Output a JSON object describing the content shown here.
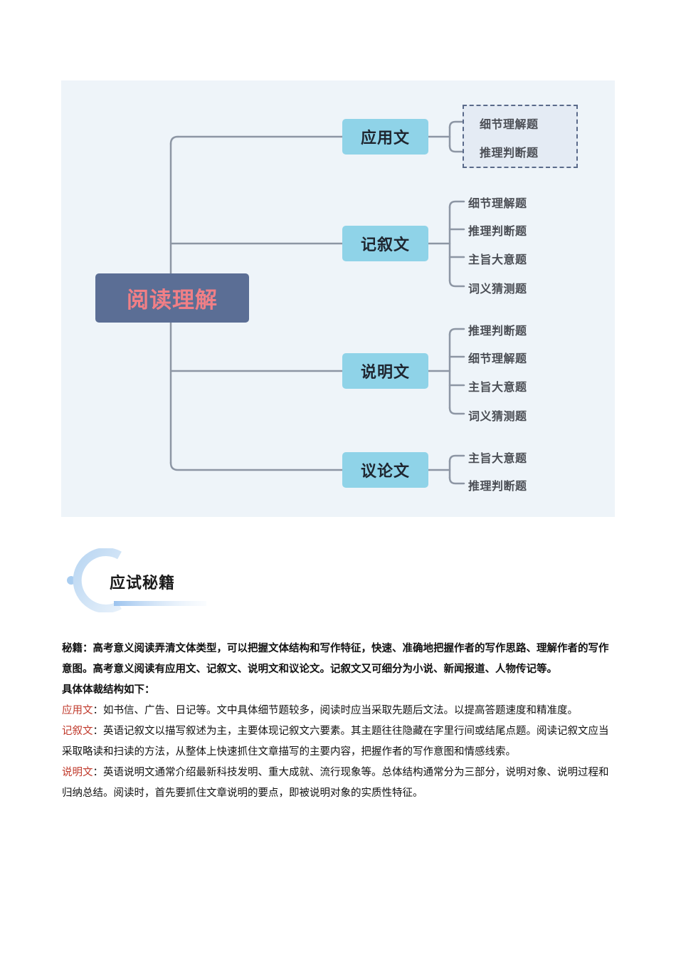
{
  "mindmap": {
    "root": "阅读理解",
    "branches": [
      {
        "label": "应用文",
        "leaves": [
          "细节理解题",
          "推理判断题"
        ]
      },
      {
        "label": "记叙文",
        "leaves": [
          "细节理解题",
          "推理判断题",
          "主旨大意题",
          "词义猜测题"
        ]
      },
      {
        "label": "说明文",
        "leaves": [
          "推理判断题",
          "细节理解题",
          "主旨大意题",
          "词义猜测题"
        ]
      },
      {
        "label": "议论文",
        "leaves": [
          "主旨大意题",
          "推理判断题"
        ]
      }
    ]
  },
  "section": {
    "title": "应试秘籍"
  },
  "content": {
    "intro": "秘籍：高考意义阅读弄清文体类型，可以把握文体结构和写作特征，快速、准确地把握作者的写作思路、理解作者的写作意图。高考意义阅读有应用文、记叙文、说明文和议论文。记叙文又可细分为小说、新闻报道、人物传记等。",
    "subheading": "具体体裁结构如下：",
    "items": [
      {
        "term": "应用文",
        "text": "：如书信、广告、日记等。文中具体细节题较多，阅读时应当采取先题后文法。以提高答题速度和精准度。"
      },
      {
        "term": "记叙文",
        "text": "：英语记叙文以描写叙述为主，主要体现记叙文六要素。其主题往往隐藏在字里行间或结尾点题。阅读记叙文应当采取略读和扫读的方法，从整体上快速抓住文章描写的主要内容，把握作者的写作意图和情感线索。"
      },
      {
        "term": "说明文",
        "text": "：英语说明文通常介绍最新科技发明、重大成就、流行现象等。总体结构通常分为三部分，说明对象、说明过程和归纳总结。阅读时，首先要抓住文章说明的要点，即被说明对象的实质性特征。"
      }
    ]
  }
}
